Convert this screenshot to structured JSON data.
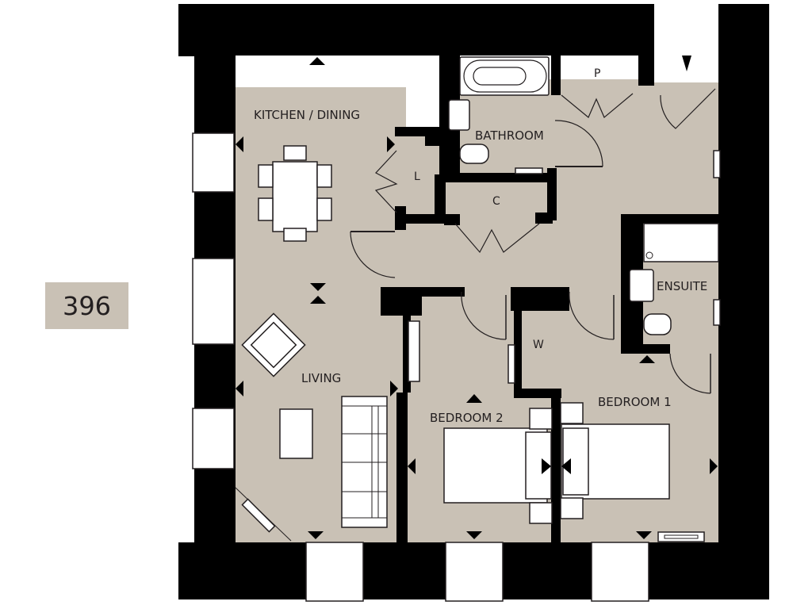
{
  "unit": {
    "number": "396",
    "badge_color": "#c9c1b5"
  },
  "floorplan": {
    "floor_color": "#c9c1b5",
    "wall_color": "#000000",
    "rooms": [
      {
        "id": "kitchen-dining",
        "label": "KITCHEN / DINING"
      },
      {
        "id": "living",
        "label": "LIVING"
      },
      {
        "id": "bathroom",
        "label": "BATHROOM"
      },
      {
        "id": "ensuite",
        "label": "ENSUITE"
      },
      {
        "id": "bedroom-1",
        "label": "BEDROOM 1"
      },
      {
        "id": "bedroom-2",
        "label": "BEDROOM 2"
      },
      {
        "id": "linen-cupboard",
        "label": "L"
      },
      {
        "id": "cupboard",
        "label": "C"
      },
      {
        "id": "plant-cupboard",
        "label": "P"
      },
      {
        "id": "wardrobe",
        "label": "W"
      }
    ]
  }
}
